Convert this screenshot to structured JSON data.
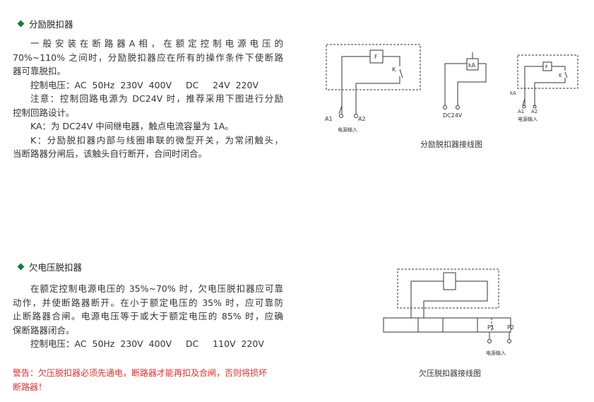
{
  "section1": {
    "heading": "分励脱扣器",
    "line1": "一般安装在断路器A相，在额定控制电源电压的",
    "line2": "70%~110% 之间时，分励脱扣器应在所有的操作条件下使断路",
    "line3": "器可靠脱扣。",
    "line4": "控制电压：AC  50Hz  230V  400V     DC     24V  220V",
    "line5": "注意：控制回路电源为 DC24V 时，推荐采用下图进行分励",
    "line6": "控制回路设计。",
    "line7": "KA：为 DC24V 中间继电器，触点电流容量为 1A。",
    "line8": "K：分励脱扣器内部与线圈串联的微型开关，为常闭触头，",
    "line9": "当断路器分闸后，该触头自行断开，合间时闭合。"
  },
  "diagram1": {
    "caption": "分励脱扣器接线图",
    "label_f": "F",
    "label_k": "K",
    "label_a1": "A1",
    "label_a2": "A2",
    "label_power": "电源输入",
    "label_ka": "kA",
    "label_dc24v": "DC24V",
    "label_f2": "F",
    "label_k2": "K",
    "label_ka2": "kA",
    "label_a1b": "A1",
    "label_a2b": "A2",
    "label_power2": "电源输入"
  },
  "section2": {
    "heading": "欠电压脱扣器",
    "line1": "在额定控制电源电压的 35%~70% 时，欠电压脱扣器应可靠",
    "line2": "动作，并使断路器断开。在小于额定电压的 35% 时，应可靠防",
    "line3": "止断路器合闸。电源电压等于或大于额定电压的 85% 时，应确",
    "line4": "保断路器闭合。",
    "line5": "控制电压：AC  50Hz  230V  400V     DC     110V  220V"
  },
  "warning": {
    "line1": "警告：欠压脱扣器必须先通电，断路器才能再扣及合闸，否则将损坏",
    "line2": "断路器！"
  },
  "diagram2": {
    "caption": "欠压脱扣器接线图",
    "label_p1": "P1",
    "label_p2": "P2",
    "label_power": "电源输入"
  }
}
